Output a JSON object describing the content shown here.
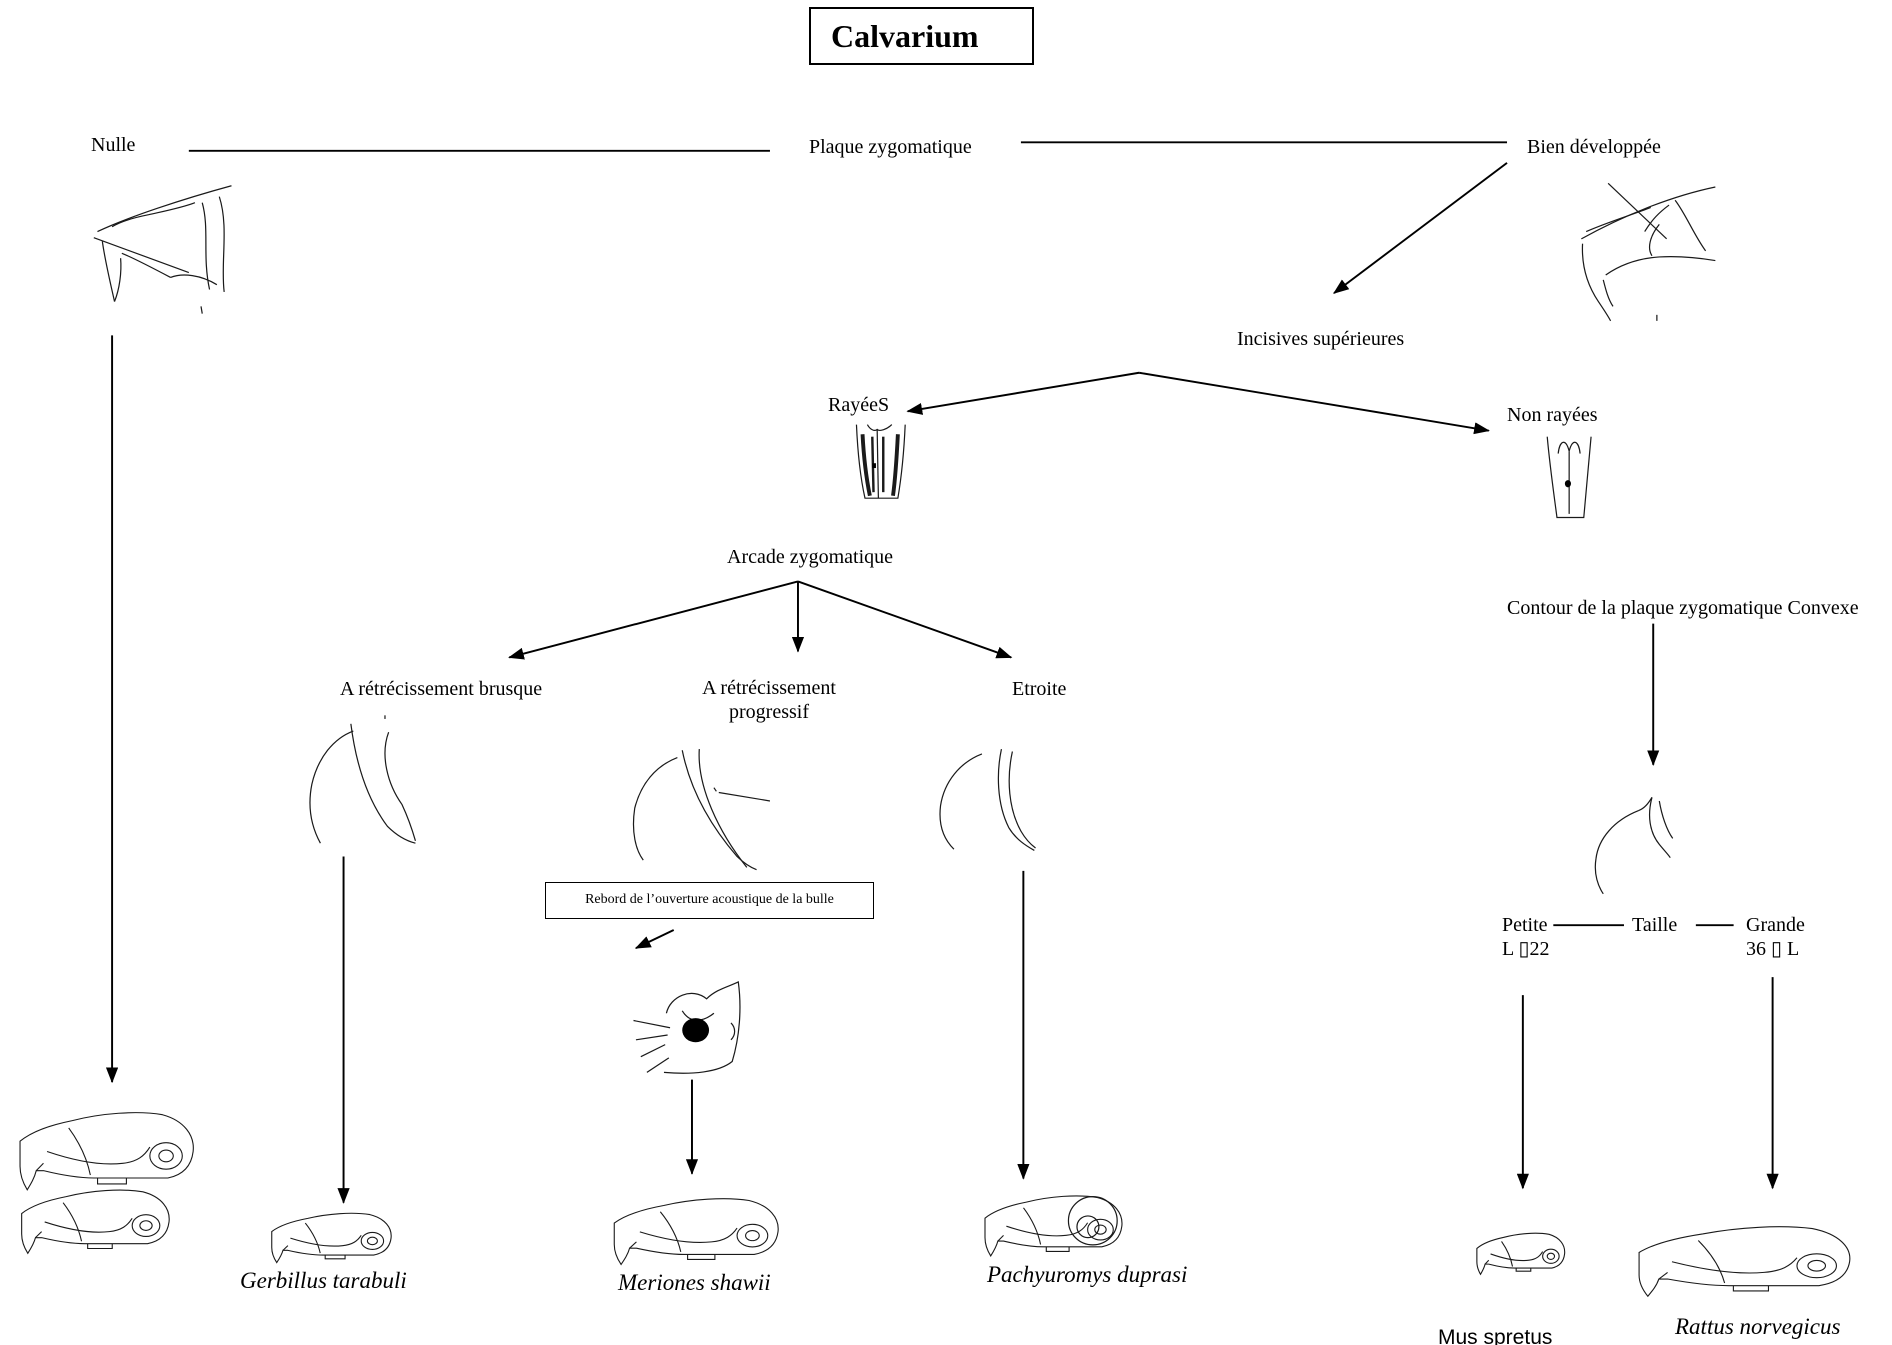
{
  "title": "Calvarium",
  "zygomatic_plate": {
    "label": "Plaque zygomatique",
    "absent": "Nulle",
    "developed": "Bien développée"
  },
  "incisors": {
    "label": "Incisives supérieures",
    "grooved": "RayéeS",
    "smooth": "Non rayées"
  },
  "zygomatic_arch": {
    "label": "Arcade zygomatique",
    "abrupt": "A rétrécissement brusque",
    "progressive_line1": "A rétrécissement",
    "progressive_line2": "progressif",
    "narrow": "Etroite",
    "bulla_note": "Rebord de l’ouverture acoustique de la bulle"
  },
  "plate_contour": {
    "label": "Contour de la plaque zygomatique Convexe",
    "size_label": "Taille",
    "small": "Petite",
    "small_range": "L ▯22",
    "large": "Grande",
    "large_range": "36 ▯ L"
  },
  "species": [
    {
      "name": "Gerbillus tarabuli"
    },
    {
      "name": "Meriones shawii"
    },
    {
      "name": "Pachyuromys duprasi"
    },
    {
      "name": "Mus spretus"
    },
    {
      "name": "Rattus norvegicus"
    }
  ],
  "colors": {
    "ink": "#000000",
    "paper": "#ffffff"
  }
}
